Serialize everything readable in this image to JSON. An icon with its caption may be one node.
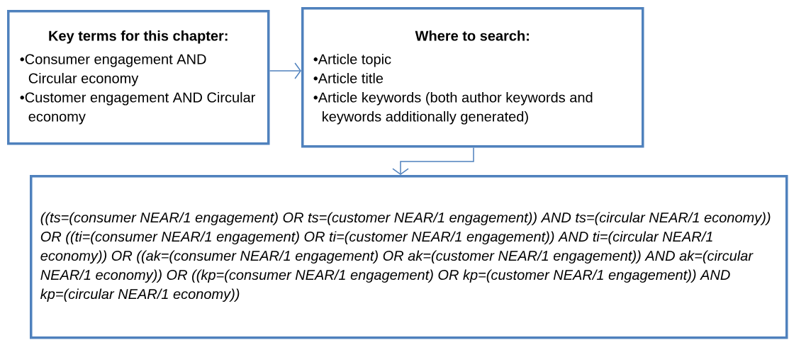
{
  "diagram": {
    "nodes": [
      {
        "text": [
          "Key terms for this chapter:",
          "•Consumer engagement AND Circular economy",
          "•Customer engagement AND Circular economy"
        ]
      },
      {
        "text": [
          "Where to search:",
          "•Article topic",
          "•Article title",
          "•Article keywords (both author keywords and keywords additionally generated)"
        ]
      },
      {
        "text": [
          "((ts=(consumer NEAR/1 engagement) OR ts=(customer NEAR/1 engagement)) AND ts=(circular NEAR/1 economy)) OR ((ti=(consumer NEAR/1 engagement) OR ti=(customer NEAR/1 engagement)) AND ti=(circular NEAR/1 economy)) OR ((ak=(consumer NEAR/1 engagement) OR ak=(customer NEAR/1 engagement)) AND ak=(circular NEAR/1 economy)) OR ((kp=(consumer NEAR/1 engagement) OR kp=(customer NEAR/1 engagement)) AND kp=(circular NEAR/1 economy))"
        ]
      }
    ],
    "edges": [
      {
        "from": 0,
        "to": 1,
        "arrow": "to"
      },
      {
        "from": 1,
        "to": 2,
        "arrow": "to"
      }
    ]
  }
}
